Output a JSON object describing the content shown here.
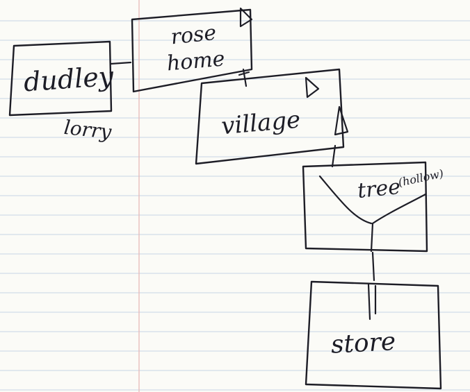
{
  "diagram": {
    "nodes": [
      {
        "id": "dudley",
        "label": "dudley"
      },
      {
        "id": "rose-home",
        "label_line1": "rose",
        "label_line2": "home"
      },
      {
        "id": "village",
        "label": "village"
      },
      {
        "id": "tree",
        "label": "tree",
        "note": "(hollow)"
      },
      {
        "id": "store",
        "label": "store"
      }
    ],
    "annotations": [
      {
        "id": "lorry",
        "text": "lorry"
      }
    ],
    "edges": [
      {
        "from": "dudley",
        "to": "rose-home"
      },
      {
        "from": "rose-home",
        "to": "village"
      },
      {
        "from": "village",
        "to": "tree"
      },
      {
        "from": "tree",
        "to": "store"
      }
    ]
  },
  "colors": {
    "paper": "#fbfbf7",
    "ruled_line": "#c7d6e6",
    "margin_line": "#e6b4b4",
    "ink": "#1d1d26"
  }
}
